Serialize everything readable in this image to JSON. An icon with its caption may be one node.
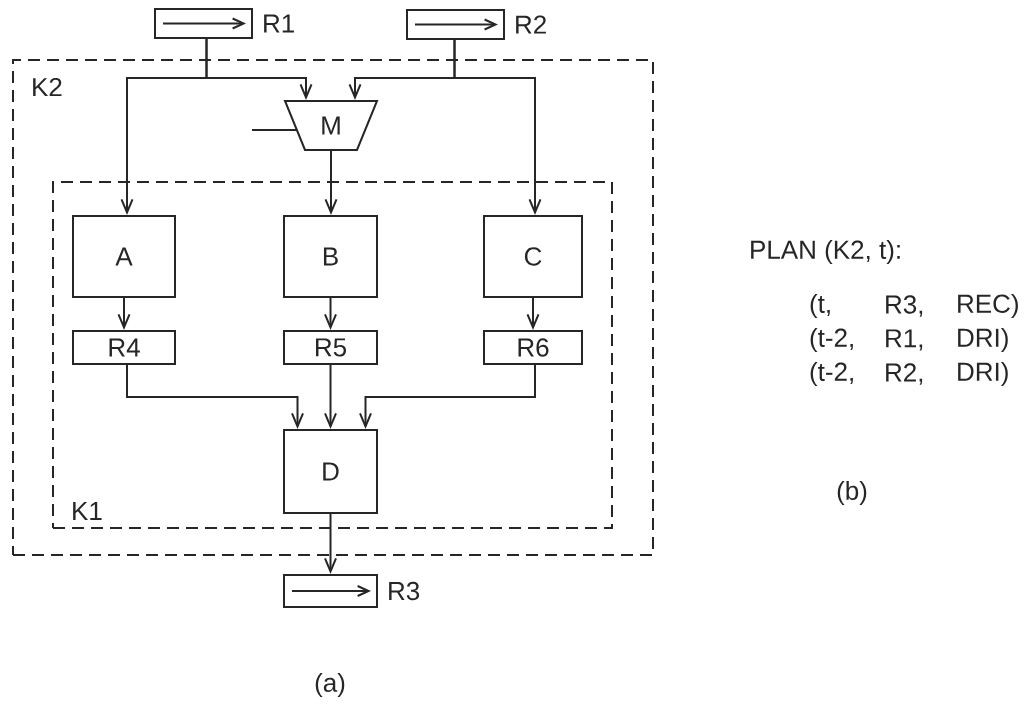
{
  "diagram": {
    "nodes": [
      {
        "text": [
          "K2"
        ]
      },
      {
        "text": [
          "K1"
        ],
        "in": 0
      },
      {
        "text": [
          "R1"
        ]
      },
      {
        "text": [
          "R2"
        ]
      },
      {
        "text": [
          "M"
        ],
        "in": 0
      },
      {
        "text": [
          "A"
        ],
        "in": 1
      },
      {
        "text": [
          "B"
        ],
        "in": 1
      },
      {
        "text": [
          "C"
        ],
        "in": 1
      },
      {
        "text": [
          "R4"
        ],
        "in": 1
      },
      {
        "text": [
          "R5"
        ],
        "in": 1
      },
      {
        "text": [
          "R6"
        ],
        "in": 1
      },
      {
        "text": [
          "D"
        ],
        "in": 1
      },
      {
        "text": [
          "R3"
        ]
      }
    ],
    "edges": [
      {
        "from": 2,
        "to": 5,
        "arrow": "to"
      },
      {
        "from": 2,
        "to": 4,
        "arrow": "to"
      },
      {
        "from": 3,
        "to": 4,
        "arrow": "to"
      },
      {
        "from": 3,
        "to": 7,
        "arrow": "to"
      },
      {
        "from": 4,
        "to": 6,
        "arrow": "to"
      },
      {
        "from": 5,
        "to": 8,
        "arrow": "to"
      },
      {
        "from": 6,
        "to": 9,
        "arrow": "to"
      },
      {
        "from": 7,
        "to": 10,
        "arrow": "to"
      },
      {
        "from": 8,
        "to": 11,
        "arrow": "to"
      },
      {
        "from": 9,
        "to": 11,
        "arrow": "to"
      },
      {
        "from": 10,
        "to": 11,
        "arrow": "to"
      },
      {
        "from": 11,
        "to": 12,
        "arrow": "to"
      },
      {
        "from": null,
        "to": 4,
        "arrow": "none"
      }
    ],
    "labels": [
      "PLAN (K2, t):",
      "(t,",
      "R3,",
      "REC)",
      "(t-2,",
      "R1,",
      "DRI)",
      "(t-2,",
      "R2,",
      "DRI)",
      "(a)",
      "(b)"
    ]
  }
}
